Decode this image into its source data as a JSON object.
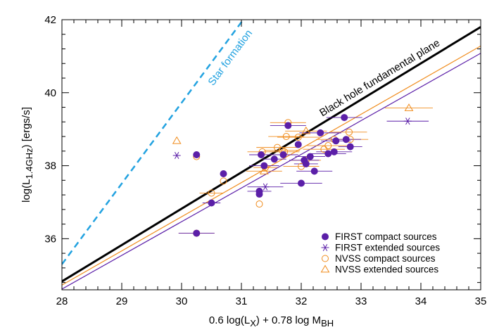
{
  "chart_data": {
    "type": "scatter",
    "xlabel": "0.6 log(L_X) + 0.78 log M_BH",
    "ylabel": "log(L_1.4GHz) [ergs/s]",
    "xlim": [
      28,
      35
    ],
    "ylim": [
      34.6,
      42
    ],
    "xticks": [
      28,
      29,
      30,
      31,
      32,
      33,
      34,
      35
    ],
    "yticks": [
      36,
      38,
      40,
      42
    ],
    "grid": false,
    "legend_position": "bottom-right",
    "colors": {
      "first": "#5b1fa8",
      "nvss": "#f08c1c",
      "star_formation": "#22a2e0",
      "fundamental_plane": "#000000"
    },
    "lines": [
      {
        "name": "Star formation",
        "style": "dashed",
        "color": "#22a2e0",
        "x": [
          28,
          31.03
        ],
        "y": [
          35.3,
          42.0
        ]
      },
      {
        "name": "Black hole fundamental plane",
        "style": "solid-thick",
        "color": "#000000",
        "x": [
          28,
          35
        ],
        "y": [
          34.83,
          41.8
        ]
      },
      {
        "style": "solid-thin",
        "color": "#f08c1c",
        "x": [
          28,
          35
        ],
        "y": [
          34.73,
          41.28
        ]
      },
      {
        "style": "solid-thin",
        "color": "#5b1fa8",
        "x": [
          28,
          35
        ],
        "y": [
          34.62,
          41.08
        ]
      }
    ],
    "annotations": [
      {
        "text": "Star formation",
        "color": "#22a2e0"
      },
      {
        "text": "Black hole fundamental plane",
        "color": "#000000"
      }
    ],
    "series": [
      {
        "name": "FIRST compact sources",
        "marker": "filled-circle",
        "color": "#5b1fa8",
        "points": [
          {
            "x": 30.25,
            "y": 38.3,
            "xerr": 0.0
          },
          {
            "x": 30.25,
            "y": 36.15,
            "xerr": 0.3
          },
          {
            "x": 30.5,
            "y": 36.98,
            "xerr": 0.15
          },
          {
            "x": 30.7,
            "y": 37.78,
            "xerr": 0.0
          },
          {
            "x": 31.3,
            "y": 37.3,
            "xerr": 0.2
          },
          {
            "x": 31.3,
            "y": 37.22,
            "xerr": 0.0
          },
          {
            "x": 31.33,
            "y": 38.3,
            "xerr": 0.2
          },
          {
            "x": 31.38,
            "y": 38.0,
            "xerr": 0.25
          },
          {
            "x": 31.55,
            "y": 38.18,
            "xerr": 0.2
          },
          {
            "x": 31.7,
            "y": 38.3,
            "xerr": 0.25
          },
          {
            "x": 31.78,
            "y": 39.1,
            "xerr": 0.3
          },
          {
            "x": 31.95,
            "y": 38.58,
            "xerr": 0.0
          },
          {
            "x": 32.0,
            "y": 37.52,
            "xerr": 0.35
          },
          {
            "x": 32.05,
            "y": 38.15,
            "xerr": 0.25
          },
          {
            "x": 32.08,
            "y": 38.05,
            "xerr": 0.2
          },
          {
            "x": 32.15,
            "y": 38.25,
            "xerr": 0.25
          },
          {
            "x": 32.22,
            "y": 37.85,
            "xerr": 0.3
          },
          {
            "x": 32.32,
            "y": 38.9,
            "xerr": 0.35
          },
          {
            "x": 32.45,
            "y": 38.33,
            "xerr": 0.3
          },
          {
            "x": 32.55,
            "y": 38.38,
            "xerr": 0.3
          },
          {
            "x": 32.58,
            "y": 38.68,
            "xerr": 0.25
          },
          {
            "x": 32.72,
            "y": 39.32,
            "xerr": 0.3
          },
          {
            "x": 32.75,
            "y": 38.72,
            "xerr": 0.25
          },
          {
            "x": 32.82,
            "y": 38.52,
            "xerr": 0.2
          }
        ]
      },
      {
        "name": "FIRST extended sources",
        "marker": "asterisk",
        "color": "#5b1fa8",
        "points": [
          {
            "x": 29.92,
            "y": 38.28,
            "xerr": 0.0
          },
          {
            "x": 31.4,
            "y": 37.42,
            "xerr": 0.3
          },
          {
            "x": 33.78,
            "y": 39.22,
            "xerr": 0.35
          }
        ]
      },
      {
        "name": "NVSS compact sources",
        "marker": "open-circle",
        "color": "#f08c1c",
        "points": [
          {
            "x": 30.25,
            "y": 38.25,
            "xerr": 0.0
          },
          {
            "x": 30.25,
            "y": 36.15,
            "xerr": 0.3
          },
          {
            "x": 30.5,
            "y": 37.25,
            "xerr": 0.2
          },
          {
            "x": 30.7,
            "y": 37.58,
            "xerr": 0.0
          },
          {
            "x": 31.3,
            "y": 36.95,
            "xerr": 0.0
          },
          {
            "x": 31.35,
            "y": 38.38,
            "xerr": 0.25
          },
          {
            "x": 31.4,
            "y": 37.95,
            "xerr": 0.2
          },
          {
            "x": 31.6,
            "y": 38.5,
            "xerr": 0.35
          },
          {
            "x": 31.68,
            "y": 38.42,
            "xerr": 0.3
          },
          {
            "x": 31.72,
            "y": 38.38,
            "xerr": 0.25
          },
          {
            "x": 31.75,
            "y": 38.8,
            "xerr": 0.3
          },
          {
            "x": 31.78,
            "y": 39.18,
            "xerr": 0.3
          },
          {
            "x": 31.95,
            "y": 38.78,
            "xerr": 0.35
          },
          {
            "x": 32.0,
            "y": 37.98,
            "xerr": 0.3
          },
          {
            "x": 32.08,
            "y": 38.15,
            "xerr": 0.25
          },
          {
            "x": 32.38,
            "y": 38.45,
            "xerr": 0.35
          },
          {
            "x": 32.45,
            "y": 38.55,
            "xerr": 0.35
          },
          {
            "x": 32.55,
            "y": 38.72,
            "xerr": 0.3
          },
          {
            "x": 32.8,
            "y": 38.92,
            "xerr": 0.3
          },
          {
            "x": 32.82,
            "y": 38.72,
            "xerr": 0.3
          }
        ]
      },
      {
        "name": "NVSS extended sources",
        "marker": "open-triangle",
        "color": "#f08c1c",
        "points": [
          {
            "x": 29.92,
            "y": 38.68,
            "xerr": 0.0
          },
          {
            "x": 31.38,
            "y": 37.85,
            "xerr": 0.3
          },
          {
            "x": 32.08,
            "y": 38.95,
            "xerr": 0.35
          },
          {
            "x": 33.8,
            "y": 39.58,
            "xerr": 0.4
          }
        ]
      }
    ]
  }
}
